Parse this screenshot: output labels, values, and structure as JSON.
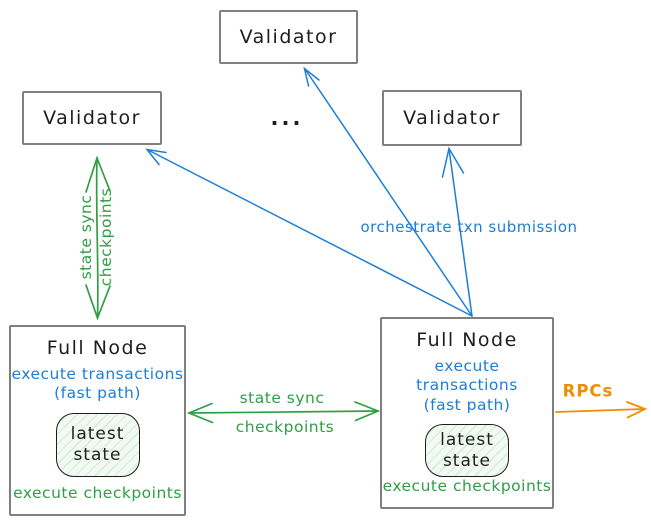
{
  "colors": {
    "green": "#2f9e44",
    "blue": "#1c7ed6",
    "orange": "#f08c00",
    "box_border": "#7f7f7f",
    "text": "#1e1e1e",
    "state_fill": "#f2faf3",
    "state_hatch": "#d9efdd"
  },
  "nodes": {
    "validator_top": {
      "label": "Validator"
    },
    "validator_left": {
      "label": "Validator"
    },
    "validator_right": {
      "label": "Validator"
    },
    "ellipsis": "...",
    "full_node_left": {
      "title": "Full Node",
      "execute_transactions": "execute transactions",
      "fast_path": "(fast path)",
      "state": "latest\nstate",
      "execute_checkpoints": "execute checkpoints"
    },
    "full_node_right": {
      "title": "Full Node",
      "execute_transactions": "execute transactions",
      "fast_path": "(fast path)",
      "state": "latest\nstate",
      "execute_checkpoints": "execute checkpoints"
    }
  },
  "edges": {
    "state_sync_vertical": {
      "label": "state sync\ncheckpoints"
    },
    "state_sync_horizontal": {
      "label_top": "state sync",
      "label_bottom": "checkpoints"
    },
    "orchestrate": {
      "label": "orchestrate txn submission"
    },
    "rpcs": {
      "label": "RPCs"
    }
  }
}
